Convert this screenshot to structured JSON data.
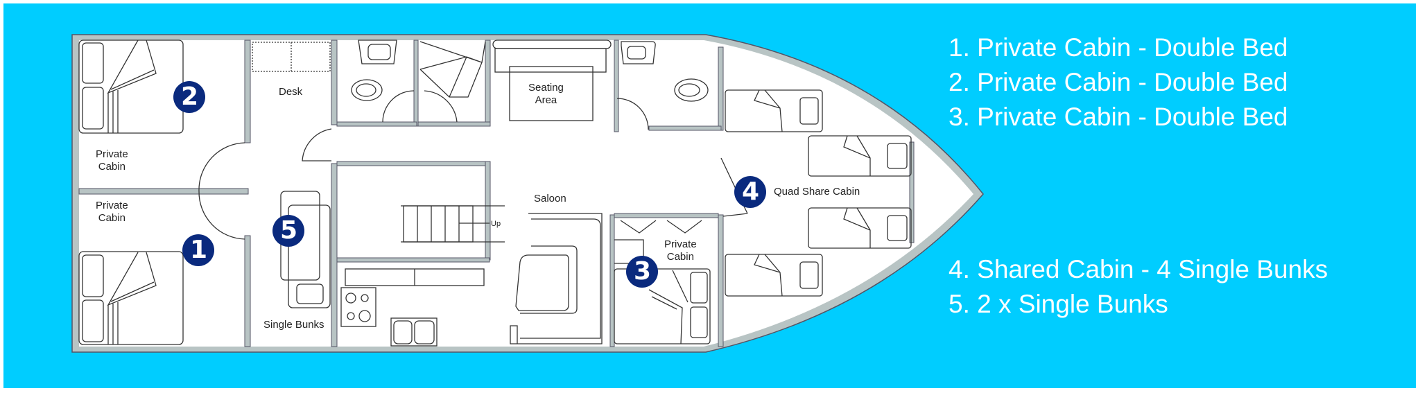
{
  "plan": {
    "rooms": {
      "desk": "Desk",
      "private_cabin_top_left": [
        "Private",
        "Cabin"
      ],
      "private_cabin_bottom_left": [
        "Private",
        "Cabin"
      ],
      "single_bunks": "Single Bunks",
      "seating_area": [
        "Seating",
        "Area"
      ],
      "saloon": "Saloon",
      "stairs_up": "Up",
      "private_cabin_fwd": [
        "Private",
        "Cabin"
      ],
      "quad_share_cabin": "Quad Share Cabin"
    },
    "badges": [
      "1",
      "2",
      "3",
      "4",
      "5"
    ],
    "colors": {
      "background": "#00cdff",
      "wall": "#b8c4c4",
      "badge": "#0a2a7e",
      "legend_text": "#ffffff"
    }
  },
  "legend": {
    "group1": [
      "1. Private Cabin - Double Bed",
      "2. Private Cabin - Double Bed",
      "3. Private Cabin - Double Bed"
    ],
    "group2": [
      "4. Shared Cabin - 4 Single Bunks",
      "5. 2 x Single Bunks"
    ]
  }
}
